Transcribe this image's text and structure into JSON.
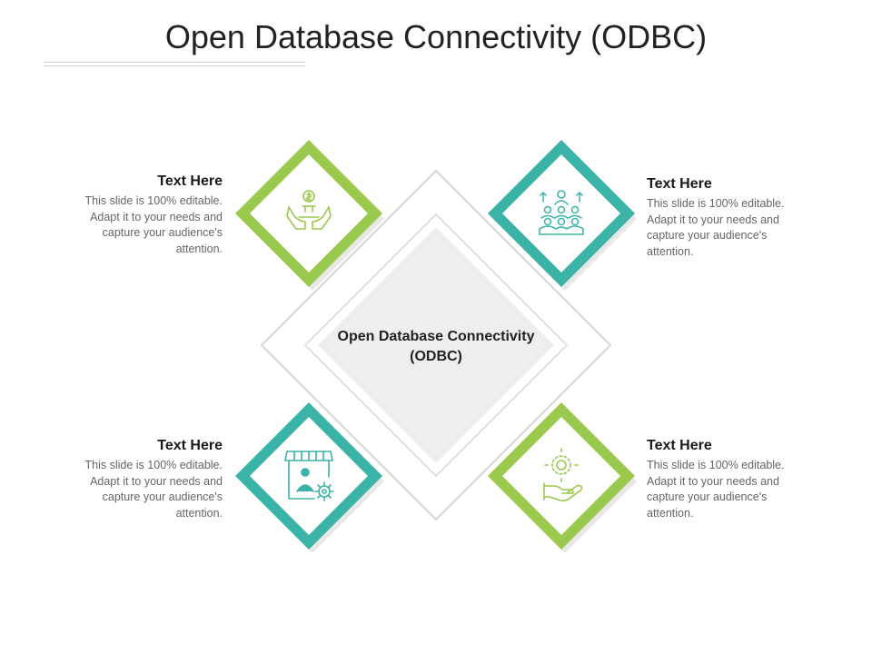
{
  "title": "Open Database Connectivity (ODBC)",
  "center_label": "Open Database Connectivity (ODBC)",
  "colors": {
    "green": "#9BC94E",
    "teal": "#3BB3A6",
    "grey_fill": "#EEEEEE",
    "grey_line": "#D6D6D6"
  },
  "items": [
    {
      "heading": "Text Here",
      "body": "This slide is 100% editable. Adapt it to your needs and capture your audience's attention.",
      "icon": "money-hands-icon",
      "color": "green"
    },
    {
      "heading": "Text Here",
      "body": "This slide is 100% editable. Adapt it to your needs and capture your audience's attention.",
      "icon": "people-growth-icon",
      "color": "teal"
    },
    {
      "heading": "Text Here",
      "body": "This slide is 100% editable. Adapt it to your needs and capture your audience's attention.",
      "icon": "shop-vendor-icon",
      "color": "teal"
    },
    {
      "heading": "Text Here",
      "body": "This slide is 100% editable. Adapt it to your needs and capture your audience's attention.",
      "icon": "hand-sun-icon",
      "color": "green"
    }
  ]
}
